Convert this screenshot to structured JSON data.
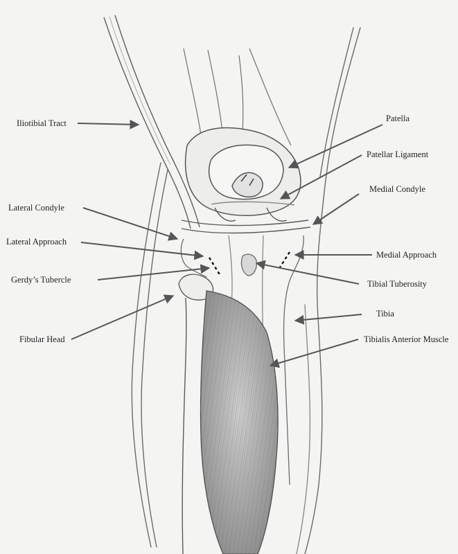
{
  "colors": {
    "background": "#f4f4f3",
    "pencil": "#5a5a5a",
    "arrow": "#555555",
    "text": "#1e1e1e"
  },
  "labels": {
    "iliotibial_tract": "Iliotibial Tract",
    "lateral_condyle": "Lateral Condyle",
    "lateral_approach": "Lateral Approach",
    "gerdys_tubercle": "Gerdy’s Tubercle",
    "fibular_head": "Fibular Head",
    "patella": "Patella",
    "patellar_ligament": "Patellar Ligament",
    "medial_condyle": "Medial Condyle",
    "medial_approach": "Medial Approach",
    "tibial_tuberosity": "Tibial Tuberosity",
    "tibia": "Tibia",
    "tibialis_anterior_muscle": "Tibialis Anterior Muscle"
  }
}
